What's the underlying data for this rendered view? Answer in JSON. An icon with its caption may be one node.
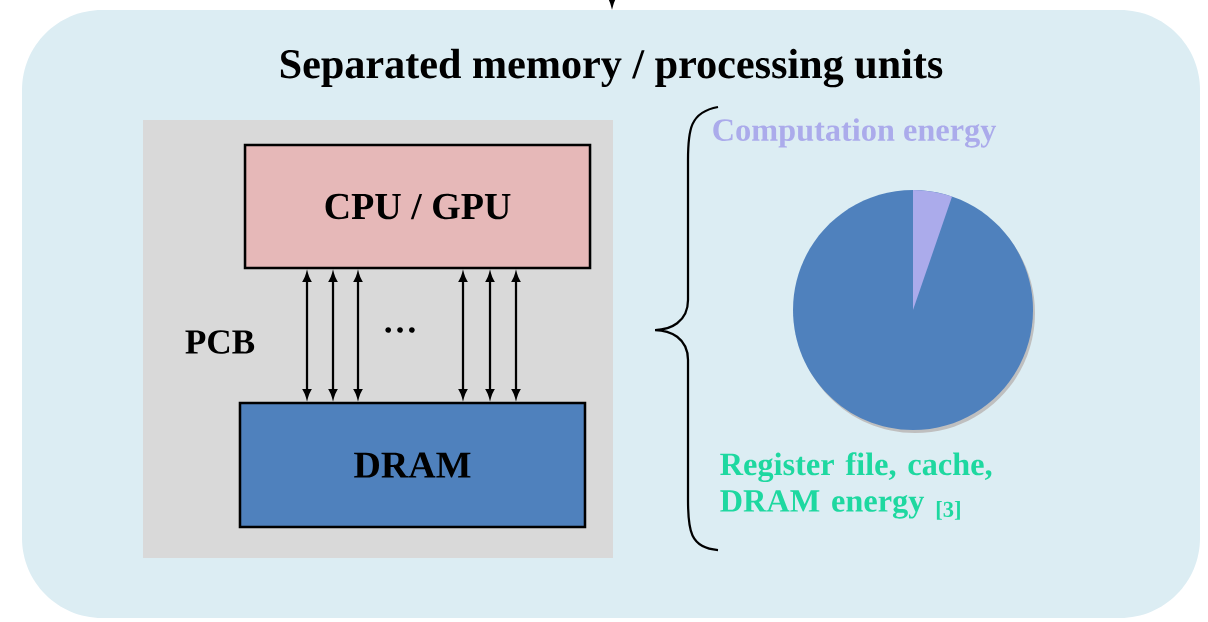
{
  "diagram": {
    "nodes": [
      {
        "text": [
          "Separated memory / processing units"
        ]
      },
      {
        "text": [
          "PCB"
        ],
        "in": 0
      },
      {
        "text": [
          "CPU / GPU"
        ],
        "in": 1
      },
      {
        "text": [
          "DRAM"
        ],
        "in": 1
      }
    ],
    "edges": [
      {
        "from": null,
        "to": 0,
        "arrow": "to"
      },
      {
        "from": 2,
        "to": 3,
        "arrow": "both"
      },
      {
        "from": 2,
        "to": 3,
        "arrow": "both"
      },
      {
        "from": 2,
        "to": 3,
        "arrow": "both"
      },
      {
        "from": 2,
        "to": 3,
        "arrow": "both"
      },
      {
        "from": 2,
        "to": 3,
        "arrow": "both"
      },
      {
        "from": 2,
        "to": 3,
        "arrow": "both"
      }
    ],
    "labels": [
      "…",
      "Computation energy",
      "Register file, cache, DRAM energy $_{[3]}$"
    ]
  }
}
